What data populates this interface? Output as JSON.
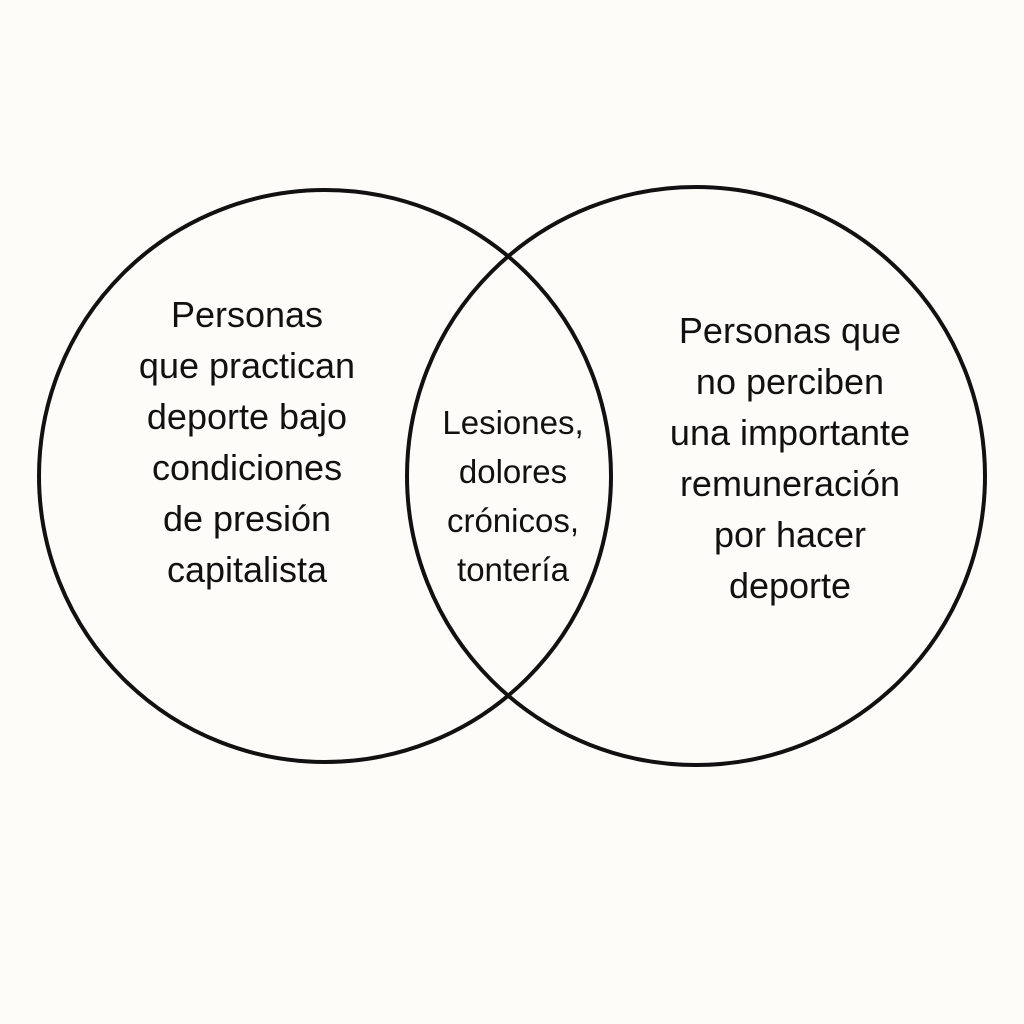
{
  "diagram": {
    "type": "venn",
    "left_set": {
      "lines": [
        "Personas",
        "que practican",
        "deporte bajo",
        "condiciones",
        "de presión",
        "capitalista"
      ]
    },
    "intersection": {
      "lines": [
        "Lesiones,",
        "dolores",
        "crónicos,",
        "tontería"
      ]
    },
    "right_set": {
      "lines": [
        "Personas que",
        "no perciben",
        "una importante",
        "remuneración",
        "por hacer",
        "deporte"
      ]
    },
    "colors": {
      "stroke": "#111111",
      "background": "#fdfcf8"
    }
  }
}
